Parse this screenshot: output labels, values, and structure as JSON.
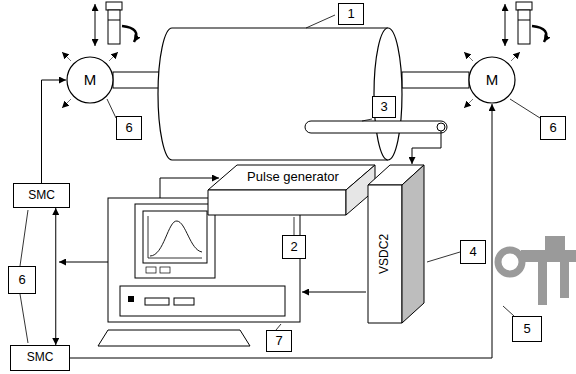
{
  "diagram": {
    "nodes": [
      {
        "text": [
          "M"
        ]
      },
      {
        "text": [
          "M"
        ]
      },
      {
        "text": [
          "Pulse generator"
        ]
      },
      {
        "text": [
          "SMC"
        ]
      },
      {
        "text": [
          "VSDC2"
        ]
      },
      {
        "text": [
          "SMC"
        ]
      }
    ],
    "edges": [
      {
        "from": 3,
        "to": 0,
        "arrow": "to"
      },
      {
        "from": 5,
        "to": 1,
        "arrow": "to"
      },
      {
        "from": 3,
        "to": 5,
        "arrow": "both"
      }
    ],
    "labels": [
      "1",
      "6",
      "3",
      "6",
      "2",
      "4",
      "6",
      "5",
      "7"
    ]
  }
}
